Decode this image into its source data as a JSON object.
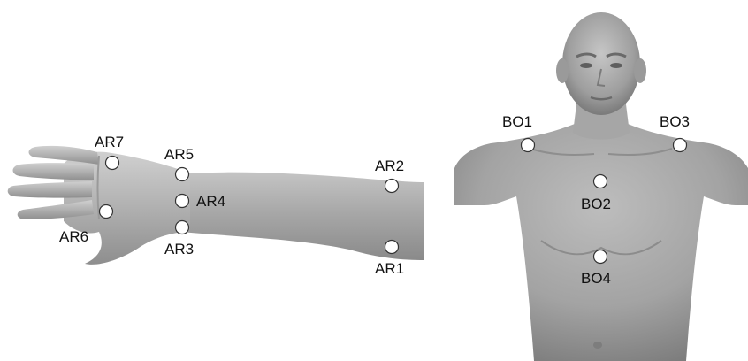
{
  "colors": {
    "background": "#ffffff",
    "skin_light": "#d2d2d2",
    "skin_mid": "#a9a9a9",
    "skin_dark": "#7a7a7a",
    "marker_fill": "#ffffff",
    "marker_stroke": "#333333",
    "label_text": "#111111"
  },
  "arm_markers": [
    {
      "id": "ar7",
      "label": "AR7"
    },
    {
      "id": "ar5",
      "label": "AR5"
    },
    {
      "id": "ar4",
      "label": "AR4"
    },
    {
      "id": "ar6",
      "label": "AR6"
    },
    {
      "id": "ar3",
      "label": "AR3"
    },
    {
      "id": "ar2",
      "label": "AR2"
    },
    {
      "id": "ar1",
      "label": "AR1"
    }
  ],
  "body_markers": [
    {
      "id": "bo1",
      "label": "BO1"
    },
    {
      "id": "bo3",
      "label": "BO3"
    },
    {
      "id": "bo2",
      "label": "BO2"
    },
    {
      "id": "bo4",
      "label": "BO4"
    }
  ]
}
